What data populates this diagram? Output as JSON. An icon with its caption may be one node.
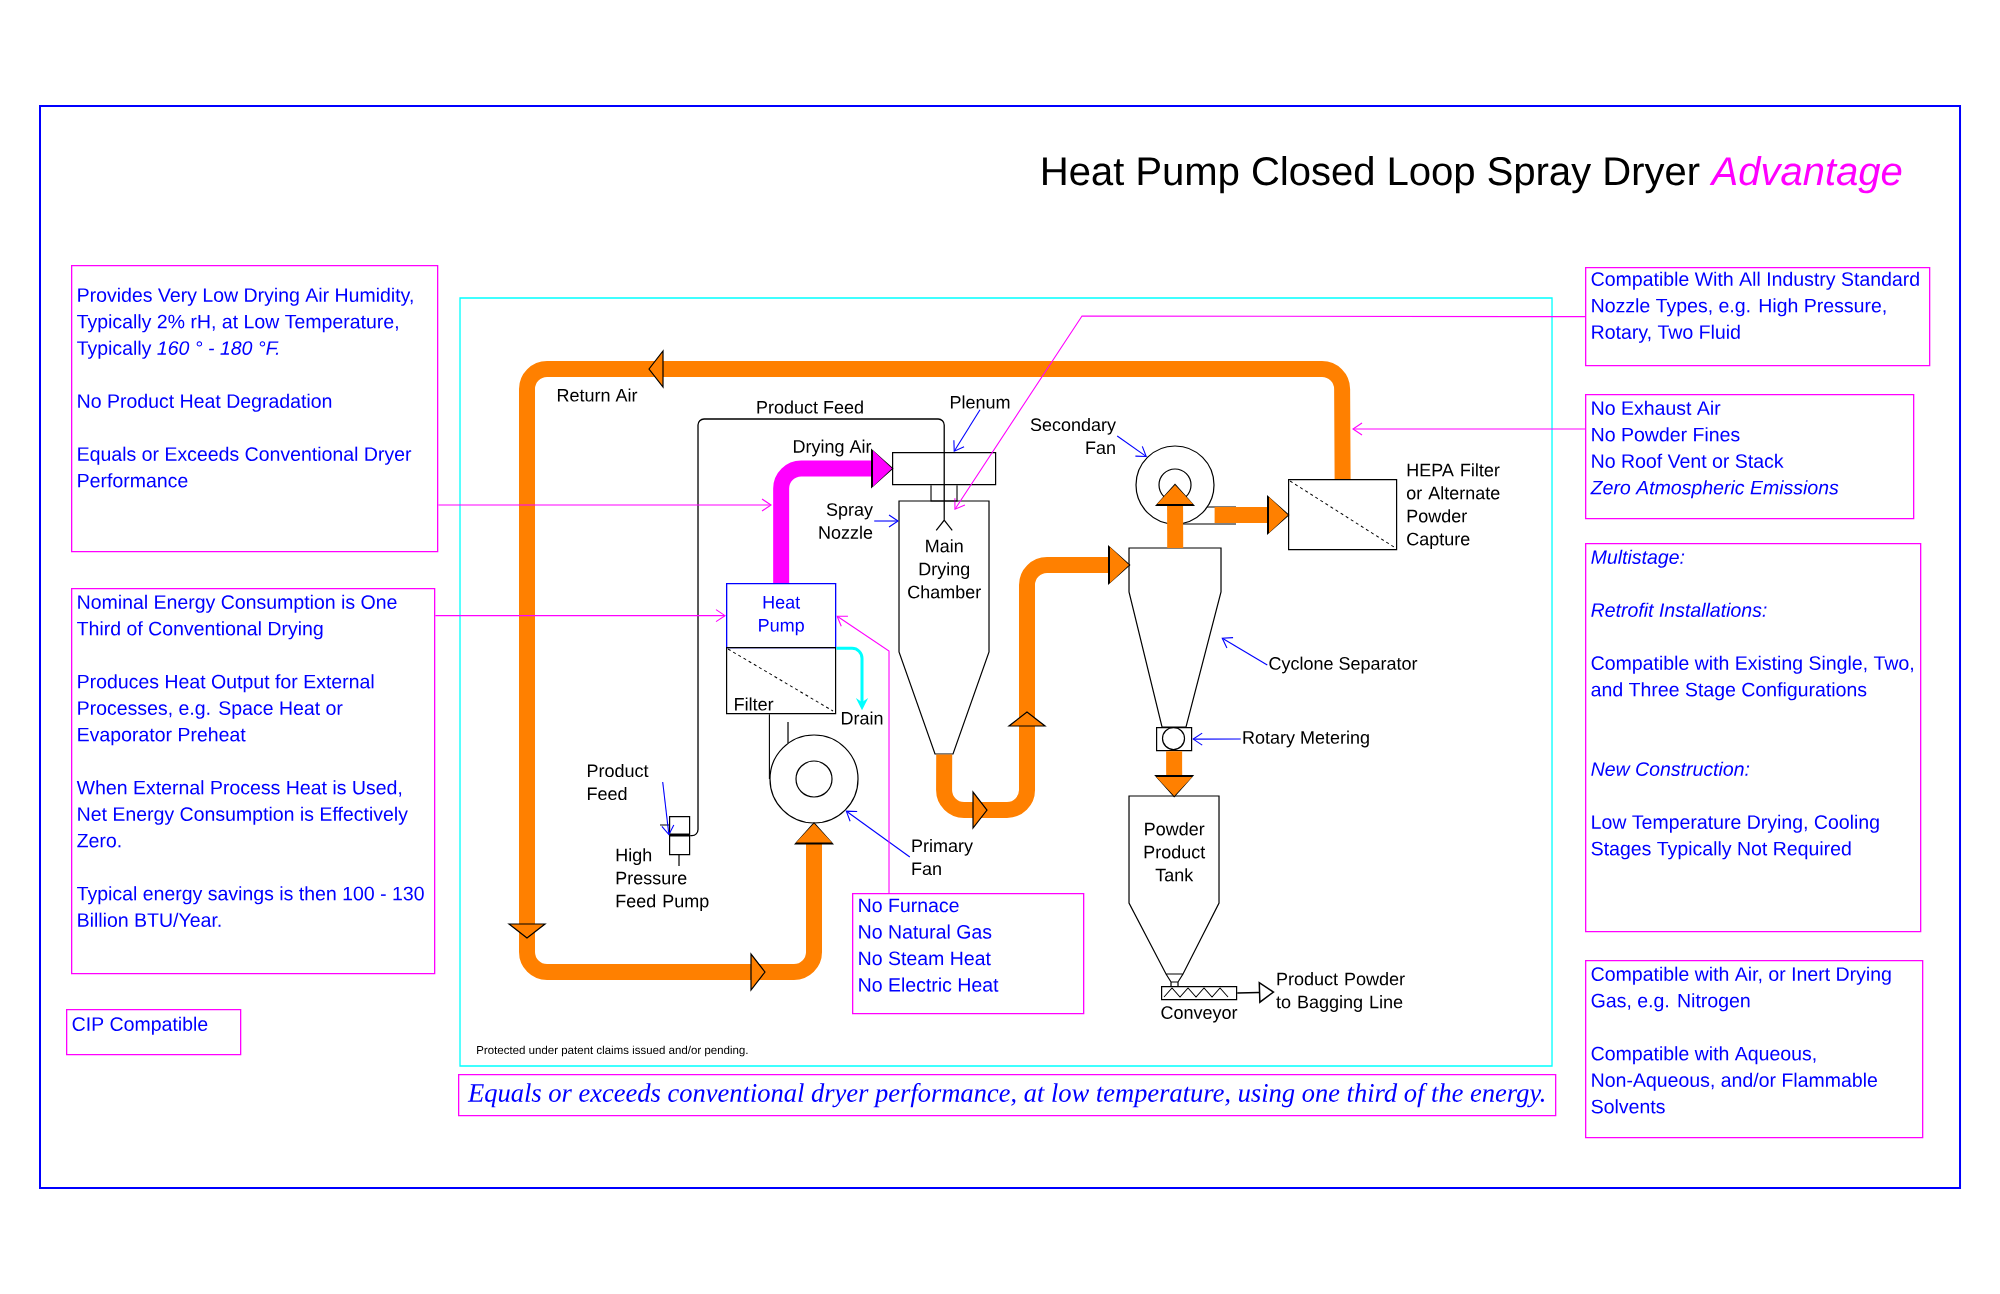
{
  "diagram": {
    "title": "Heat Pump Closed Loop Spray Dryer",
    "nodes": [
      {
        "text": [
          "Provides Very Low Drying Air Humidity, Typically 2% rH, at Low Temperature, Typically *160 ° - 180 °F.*",
          "No Product Heat Degradation",
          "Equals or Exceeds Conventional Dryer Performance"
        ]
      },
      {
        "text": [
          "Nominal Energy Consumption is One Third of Conventional Drying",
          "Produces Heat Output for External Processes, e.g. Space Heat or Evaporator Preheat",
          "When External Process Heat is Used, Net Energy Consumption is Effectively Zero.",
          "Typical energy savings is then 100 - 130 Billion BTU/Year."
        ]
      },
      {
        "text": [
          "CIP Compatible"
        ]
      },
      {
        "text": [
          "Compatible With All Industry Standard Nozzle Types, e.g. High Pressure, Rotary, Two Fluid"
        ]
      },
      {
        "text": [
          "No Exhaust Air",
          "No Powder Fines",
          "No Roof Vent or Stack",
          "Zero Atmospheric Emissions"
        ]
      },
      {
        "text": [
          "Multistage:",
          "Retrofit Installations:",
          "Compatible with Existing Single, Two, and Three Stage Configurations",
          "New Construction:",
          "Low Temperature Drying, Cooling Stages Typically Not Required"
        ]
      },
      {
        "text": [
          "Compatible with Air, or Inert Drying Gas, e.g. Nitrogen",
          "Compatible with Aqueous, Non-Aqueous, and/or Flammable Solvents"
        ]
      },
      {
        "text": [
          "No Furnace",
          "No Natural Gas",
          "No Steam Heat",
          "No Electric Heat"
        ]
      },
      {
        "text": [
          "Equals or exceeds conventional dryer performance, at low temperature, using one third of the energy."
        ]
      },
      {
        "text": [
          "Heat Pump"
        ]
      },
      {
        "text": [
          "Filter"
        ]
      },
      {
        "text": [
          "Main Drying Chamber"
        ]
      },
      {
        "text": [],
        "shape": "box"
      },
      {
        "text": [],
        "shape": "circle"
      },
      {
        "text": [],
        "shape": "circle"
      },
      {
        "text": [],
        "shape": "cone"
      },
      {
        "text": [],
        "shape": "box"
      },
      {
        "text": [],
        "shape": "box",
        "beside": [
          "HEPA Filter or Alternate Powder Capture"
        ]
      },
      {
        "text": [
          "Powder Product Tank"
        ]
      },
      {
        "text": [],
        "shape": "box",
        "beside": [
          "Conveyor"
        ]
      },
      {
        "text": [],
        "shape": "box",
        "beside": [
          "High Pressure Feed Pump"
        ]
      },
      {
        "text": [],
        "shape": "nozzle",
        "in": 11
      },
      {
        "text": [
          "Plenum"
        ]
      },
      {
        "text": [
          "Spray Nozzle"
        ]
      },
      {
        "text": [
          "Secondary Fan"
        ]
      },
      {
        "text": [
          "Cyclone Separator"
        ]
      },
      {
        "text": [
          "Rotary Metering"
        ]
      },
      {
        "text": [
          "Product Feed"
        ]
      },
      {
        "text": [
          "Primary Fan"
        ]
      },
      {
        "text": [
          "Drain"
        ]
      },
      {
        "text": [
          "Product Powder to Bagging Line"
        ]
      }
    ],
    "edges": [
      {
        "from": 17,
        "to": 13,
        "arrow": "to",
        "style": "thick",
        "color": "#ff8000",
        "label": "Return Air"
      },
      {
        "from": 9,
        "to": 12,
        "arrow": "to",
        "style": "thick",
        "color": "#ff00ff",
        "label": "Drying Air"
      },
      {
        "from": 11,
        "to": 15,
        "arrow": "to",
        "style": "thick",
        "color": "#ff8000"
      },
      {
        "from": 15,
        "to": 14,
        "arrow": "to",
        "style": "thick",
        "color": "#ff8000"
      },
      {
        "from": 14,
        "to": 17,
        "arrow": "to",
        "style": "thick",
        "color": "#ff8000"
      },
      {
        "from": 16,
        "to": 18,
        "arrow": "to",
        "style": "thick",
        "color": "#ff8000"
      },
      {
        "from": 20,
        "to": 21,
        "arrow": "none",
        "color": "#000000",
        "label": "Product Feed"
      },
      {
        "from": 9,
        "to": 29,
        "arrow": "to",
        "color": "#00ffff"
      },
      {
        "from": 19,
        "to": 30,
        "arrow": "to",
        "color": "#000000"
      },
      {
        "from": 22,
        "to": 12,
        "arrow": "to",
        "color": "#0000ff"
      },
      {
        "from": 23,
        "to": 11,
        "arrow": "to",
        "color": "#0000ff"
      },
      {
        "from": 24,
        "to": 14,
        "arrow": "to",
        "color": "#0000ff"
      },
      {
        "from": 25,
        "to": 15,
        "arrow": "to",
        "color": "#0000ff"
      },
      {
        "from": 26,
        "to": 16,
        "arrow": "to",
        "color": "#0000ff"
      },
      {
        "from": 27,
        "to": 20,
        "arrow": "to",
        "color": "#0000ff"
      },
      {
        "from": 28,
        "to": 13,
        "arrow": "to",
        "color": "#0000ff"
      },
      {
        "from": 0,
        "to": null,
        "arrow": "to",
        "color": "#ff00ff"
      },
      {
        "from": 1,
        "to": 9,
        "arrow": "to",
        "color": "#ff00ff"
      },
      {
        "from": 3,
        "to": 21,
        "arrow": "to",
        "color": "#ff00ff"
      },
      {
        "from": 4,
        "to": null,
        "arrow": "to",
        "color": "#ff00ff"
      },
      {
        "from": 7,
        "to": 9,
        "arrow": "to",
        "color": "#ff00ff"
      },
      {
        "from": 13,
        "to": 10,
        "arrow": "none",
        "color": "#000000"
      },
      {
        "from": 12,
        "to": 11,
        "arrow": "none",
        "color": "#000000"
      }
    ],
    "labels": [
      "Advantage",
      "Protected under patent claims issued and/or pending."
    ]
  }
}
